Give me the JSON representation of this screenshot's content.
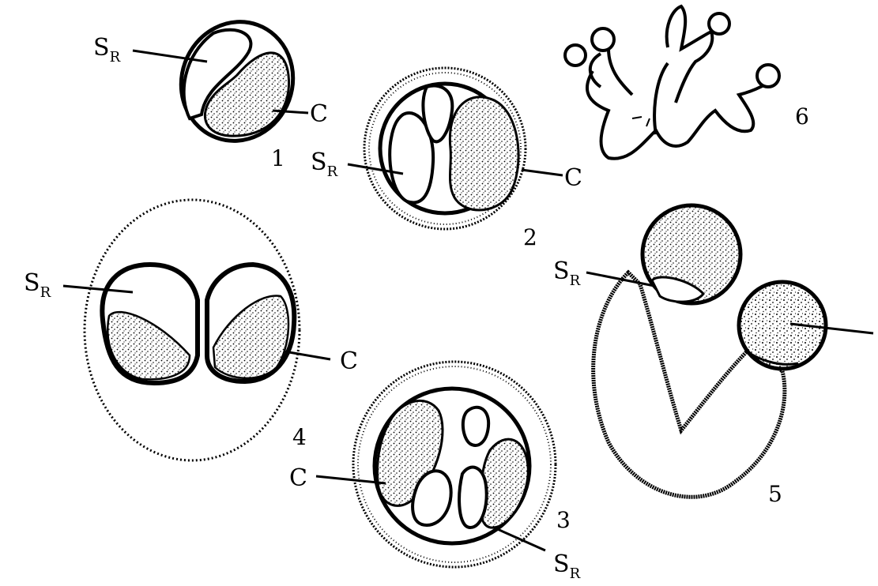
{
  "labels": {
    "s_main": "S",
    "s_sub": "R",
    "c": "C"
  },
  "figures": [
    "1",
    "2",
    "3",
    "4",
    "5",
    "6"
  ],
  "colors": {
    "ink": "#000000",
    "paper": "#ffffff"
  }
}
